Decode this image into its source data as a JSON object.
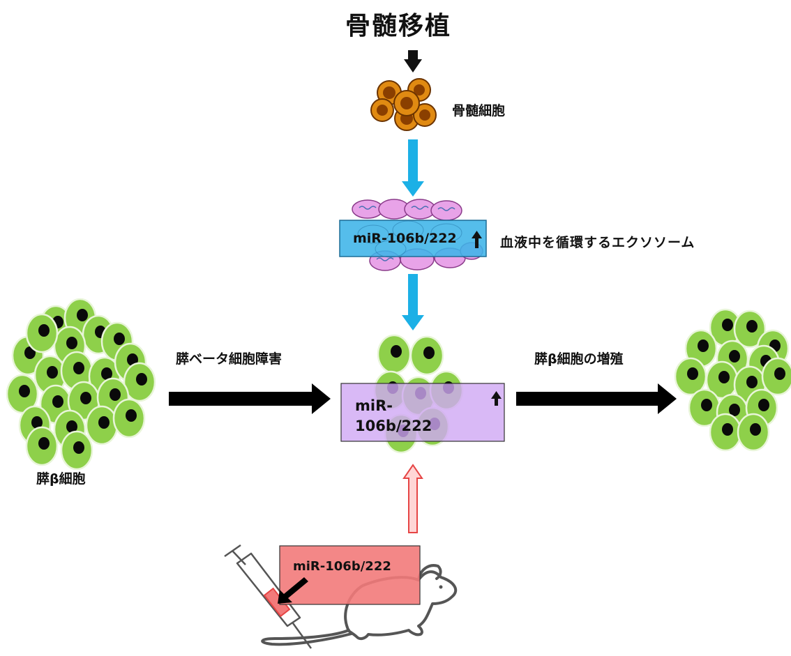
{
  "title": "骨髄移植",
  "bone_marrow_label": "骨髄細胞",
  "exosome_label": "血液中を循環するエクソソーム",
  "mir_exosome": "miR-106b/222",
  "injury_label": "膵ベータ細胞障害",
  "proliferation_label": "膵β細胞の増殖",
  "beta_cell_label": "膵β細胞",
  "mir_center": "miR-106b/222",
  "mir_injection": "miR-106b/222",
  "colors": {
    "blue_arrow": "#1cb0e6",
    "exosome_box": "#3db4e8",
    "exosome_cell": "#e8a3e8",
    "purple_box": "#cfa8f4",
    "red_box": "#f27a7a",
    "beta_cell": "#8ed04a",
    "bone_marrow_cell": "#d97a08"
  }
}
